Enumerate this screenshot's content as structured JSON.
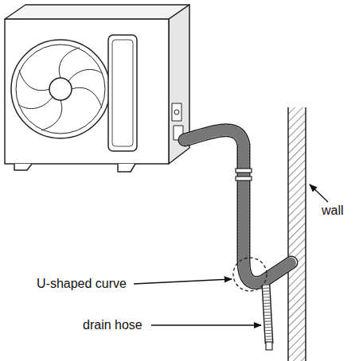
{
  "diagram": {
    "labels": [
      "wall",
      "U-shaped curve",
      "drain hose"
    ]
  }
}
